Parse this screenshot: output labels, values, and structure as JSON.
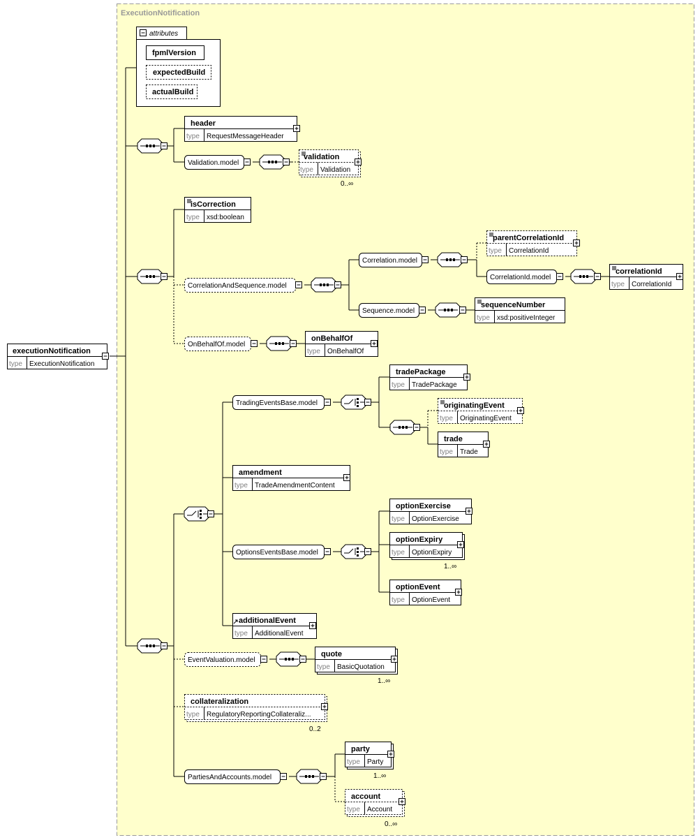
{
  "colors": {
    "panel_fill": "#ffffcc",
    "panel_border": "#999999",
    "box_fill": "#ffffff",
    "type_label": "#808080"
  },
  "container": {
    "title": "ExecutionNotification"
  },
  "root": {
    "name": "executionNotification",
    "type": "ExecutionNotification"
  },
  "type_label": "type",
  "attributes": {
    "label": "attributes",
    "items": [
      "fpmlVersion",
      "expectedBuild",
      "actualBuild"
    ]
  },
  "elements": {
    "header": {
      "name": "header",
      "type": "RequestMessageHeader"
    },
    "validation": {
      "name": "validation",
      "type": "Validation",
      "occurs": "0..∞"
    },
    "isCorrection": {
      "name": "isCorrection",
      "type": "xsd:boolean"
    },
    "parentCorrelationId": {
      "name": "parentCorrelationId",
      "type": "CorrelationId"
    },
    "correlationId": {
      "name": "correlationId",
      "type": "CorrelationId"
    },
    "sequenceNumber": {
      "name": "sequenceNumber",
      "type": "xsd:positiveInteger"
    },
    "onBehalfOf": {
      "name": "onBehalfOf",
      "type": "OnBehalfOf"
    },
    "tradePackage": {
      "name": "tradePackage",
      "type": "TradePackage"
    },
    "originatingEvent": {
      "name": "originatingEvent",
      "type": "OriginatingEvent"
    },
    "trade": {
      "name": "trade",
      "type": "Trade"
    },
    "amendment": {
      "name": "amendment",
      "type": "TradeAmendmentContent"
    },
    "optionExercise": {
      "name": "optionExercise",
      "type": "OptionExercise"
    },
    "optionExpiry": {
      "name": "optionExpiry",
      "type": "OptionExpiry",
      "occurs": "1..∞"
    },
    "optionEvent": {
      "name": "optionEvent",
      "type": "OptionEvent"
    },
    "additionalEvent": {
      "name": "additionalEvent",
      "type": "AdditionalEvent"
    },
    "quote": {
      "name": "quote",
      "type": "BasicQuotation",
      "occurs": "1..∞"
    },
    "collateralization": {
      "name": "collateralization",
      "type": "RegulatoryReportingCollateraliz...",
      "occurs": "0..2"
    },
    "party": {
      "name": "party",
      "type": "Party",
      "occurs": "1..∞"
    },
    "account": {
      "name": "account",
      "type": "Account",
      "occurs": "0..∞"
    }
  },
  "groups": {
    "validationModel": "Validation.model",
    "correlationAndSequenceModel": "CorrelationAndSequence.model",
    "correlationModel": "Correlation.model",
    "correlationIdModel": "CorrelationId.model",
    "sequenceModel": "Sequence.model",
    "onBehalfOfModel": "OnBehalfOf.model",
    "tradingEventsBaseModel": "TradingEventsBase.model",
    "optionsEventsBaseModel": "OptionsEventsBase.model",
    "eventValuationModel": "EventValuation.model",
    "partiesAndAccountsModel": "PartiesAndAccounts.model"
  }
}
